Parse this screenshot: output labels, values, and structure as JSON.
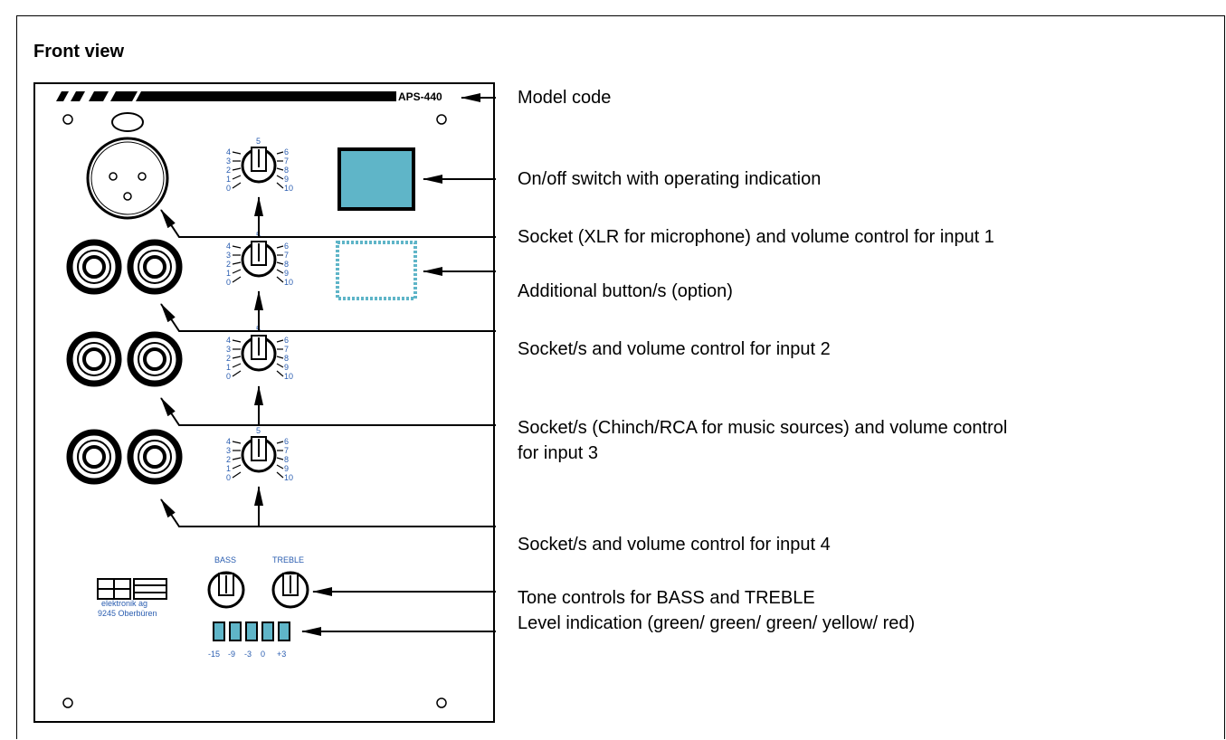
{
  "heading": "Front view",
  "panel": {
    "model_code": "APS-440",
    "dial_top_number": "5",
    "dial_left_numbers": [
      "4",
      "3",
      "2",
      "1",
      "0"
    ],
    "dial_right_numbers": [
      "6",
      "7",
      "8",
      "9",
      "10"
    ],
    "bass_label": "BASS",
    "treble_label": "TREBLE",
    "level_scale": [
      "-15",
      "-9",
      "-3",
      "0",
      "+3"
    ],
    "logo_company": "elektronik ag",
    "logo_location": "9245 Oberbüren"
  },
  "callouts": [
    "Model code",
    "On/off switch with operating indication",
    "Socket (XLR for microphone) and volume control for input 1",
    "Additional button/s (option)",
    "Socket/s and volume control for input 2",
    "Socket/s (Chinch/RCA for music sources) and volume control",
    "for input 3",
    "Socket/s and volume control for input 4",
    "Tone controls for BASS and TREBLE",
    "Level indication (green/ green/ green/ yellow/ red)"
  ]
}
